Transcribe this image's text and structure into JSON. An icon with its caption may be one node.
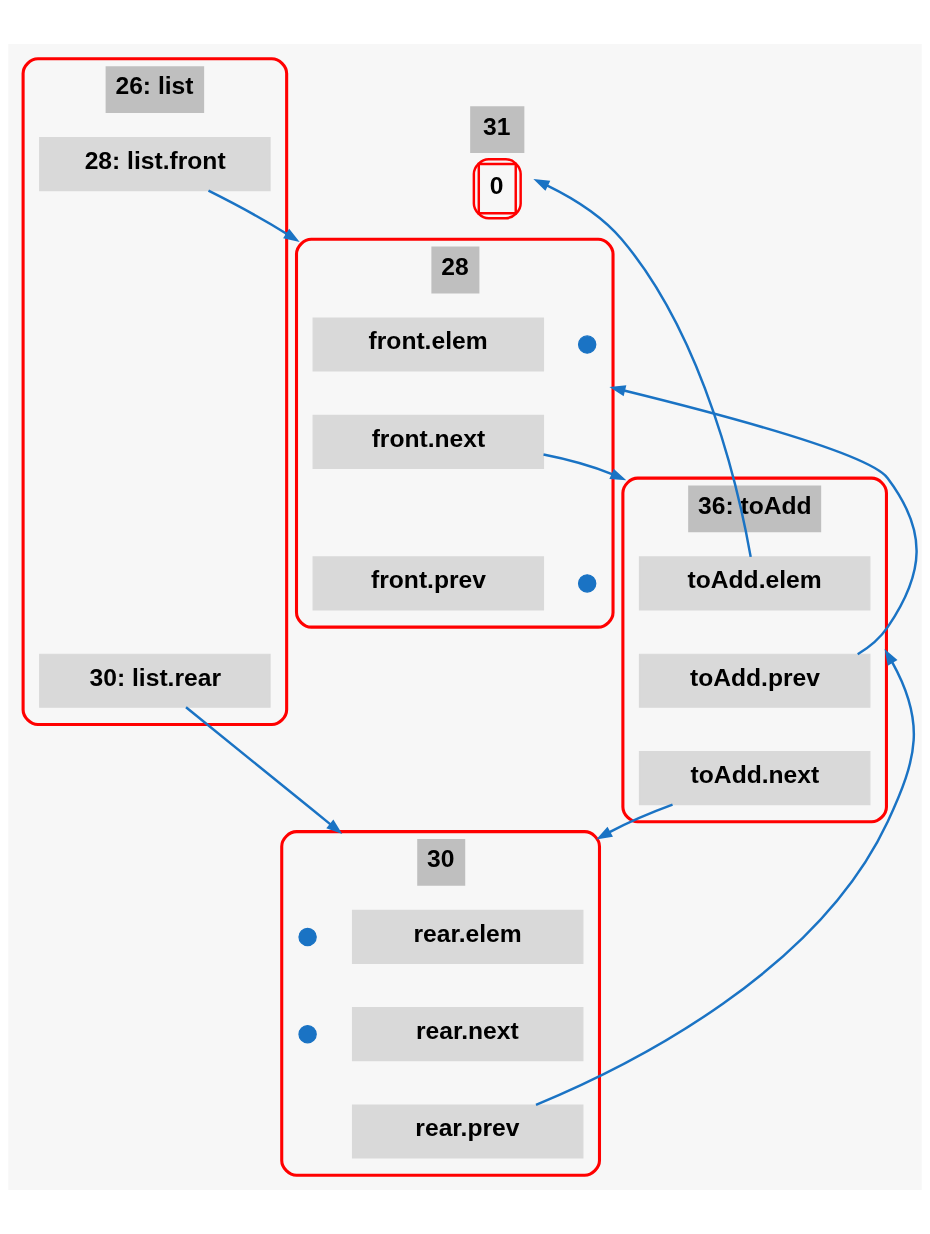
{
  "diagram": {
    "nodes": [
      {
        "text": [
          "26: list"
        ]
      },
      {
        "text": [
          "28: list.front"
        ],
        "in": 0
      },
      {
        "text": [
          "30: list.rear"
        ],
        "in": 0
      },
      {
        "text": [
          "31",
          "0"
        ]
      },
      {
        "text": [
          "28"
        ]
      },
      {
        "text": [
          "front.elem"
        ],
        "in": 4
      },
      {
        "text": [],
        "shape": "circle",
        "in": 4
      },
      {
        "text": [
          "front.next"
        ],
        "in": 4
      },
      {
        "text": [
          "front.prev"
        ],
        "in": 4
      },
      {
        "text": [],
        "shape": "circle",
        "in": 4
      },
      {
        "text": [
          "36: toAdd"
        ]
      },
      {
        "text": [
          "toAdd.elem"
        ],
        "in": 10
      },
      {
        "text": [
          "toAdd.prev"
        ],
        "in": 10
      },
      {
        "text": [
          "toAdd.next"
        ],
        "in": 10
      },
      {
        "text": [
          "30"
        ]
      },
      {
        "text": [],
        "shape": "circle",
        "in": 14
      },
      {
        "text": [
          "rear.elem"
        ],
        "in": 14
      },
      {
        "text": [],
        "shape": "circle",
        "in": 14
      },
      {
        "text": [
          "rear.next"
        ],
        "in": 14
      },
      {
        "text": [
          "rear.prev"
        ],
        "in": 14
      }
    ],
    "edges": [
      {
        "from": 1,
        "to": 4,
        "arrow": "to"
      },
      {
        "from": 2,
        "to": 14,
        "arrow": "to"
      },
      {
        "from": 7,
        "to": 10,
        "arrow": "to"
      },
      {
        "from": 12,
        "to": 4,
        "arrow": "to"
      },
      {
        "from": 13,
        "to": 14,
        "arrow": "to"
      },
      {
        "from": 11,
        "to": 3,
        "arrow": "to"
      },
      {
        "from": 19,
        "to": 10,
        "arrow": "to"
      }
    ]
  }
}
